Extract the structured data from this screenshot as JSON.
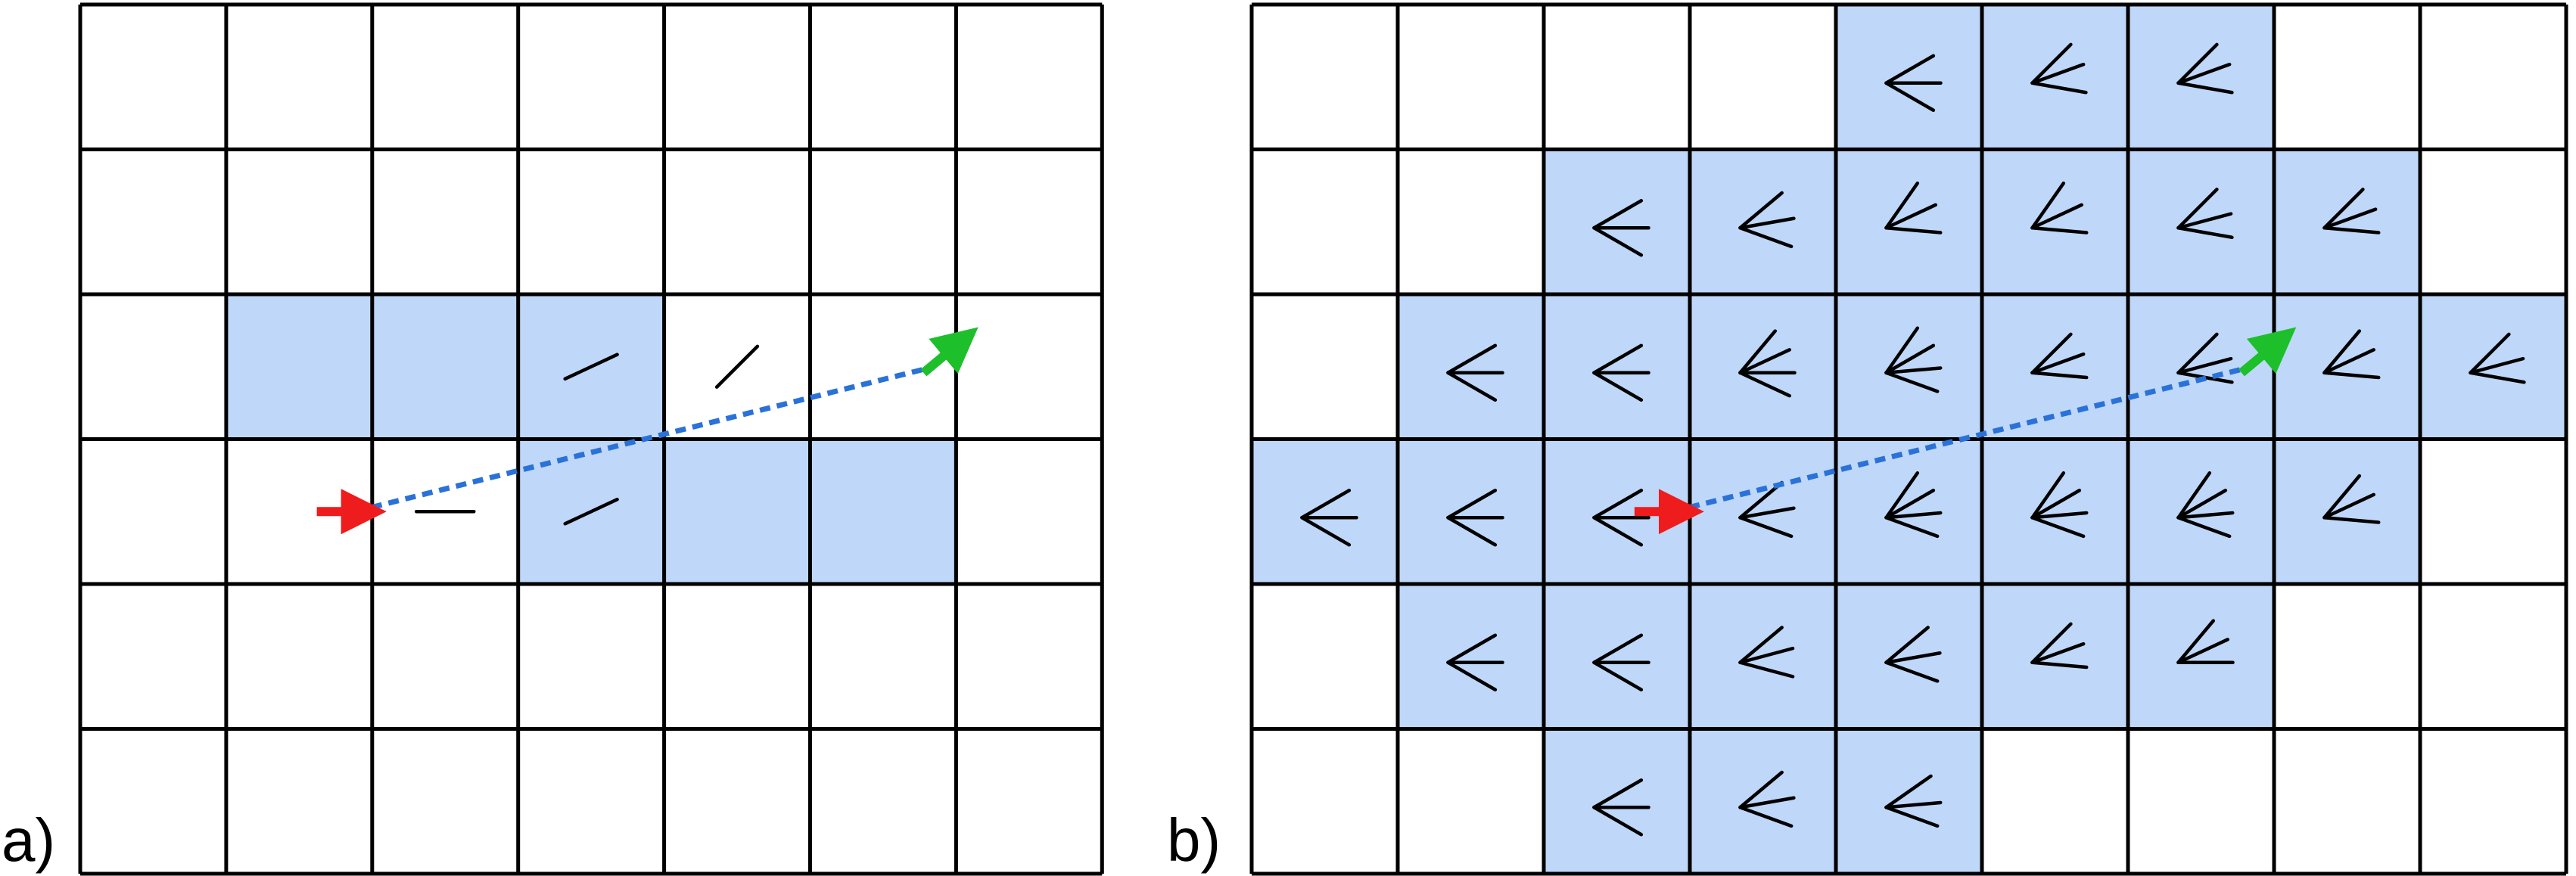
{
  "colors": {
    "highlight": "#bfd7f8",
    "grid": "#000000",
    "path": "#2a72d8",
    "start_arrow": "#ee1c1c",
    "end_arrow": "#1dbf2a",
    "direction": "#000000"
  },
  "panels": [
    {
      "id": "a",
      "label": "a)",
      "cols": 7,
      "rows": 6,
      "highlighted_cells": [
        [
          3,
          3
        ],
        [
          3,
          4
        ],
        [
          3,
          5
        ],
        [
          2,
          1
        ],
        [
          2,
          2
        ],
        [
          2,
          3
        ]
      ],
      "direction_marks": [
        {
          "row": 2,
          "col": 3,
          "angles": [
            -25
          ]
        },
        {
          "row": 2,
          "col": 4,
          "angles": [
            -45
          ]
        },
        {
          "row": 3,
          "col": 2,
          "angles": [
            0
          ]
        },
        {
          "row": 3,
          "col": 3,
          "angles": [
            -25
          ]
        }
      ],
      "path": {
        "start": [
          3,
          1
        ],
        "end": [
          2,
          5
        ],
        "start_icon": "red-arrow-icon",
        "end_icon": "green-arrow-icon"
      }
    },
    {
      "id": "b",
      "label": "b)",
      "cols": 9,
      "rows": 6,
      "highlighted_cells": [
        [
          0,
          4
        ],
        [
          0,
          5
        ],
        [
          0,
          6
        ],
        [
          1,
          2
        ],
        [
          1,
          3
        ],
        [
          1,
          4
        ],
        [
          1,
          5
        ],
        [
          1,
          6
        ],
        [
          1,
          7
        ],
        [
          2,
          1
        ],
        [
          2,
          2
        ],
        [
          2,
          3
        ],
        [
          2,
          4
        ],
        [
          2,
          5
        ],
        [
          2,
          6
        ],
        [
          2,
          7
        ],
        [
          2,
          8
        ],
        [
          3,
          0
        ],
        [
          3,
          1
        ],
        [
          3,
          2
        ],
        [
          3,
          3
        ],
        [
          3,
          4
        ],
        [
          3,
          5
        ],
        [
          3,
          6
        ],
        [
          3,
          7
        ],
        [
          4,
          1
        ],
        [
          4,
          2
        ],
        [
          4,
          3
        ],
        [
          4,
          4
        ],
        [
          4,
          5
        ],
        [
          4,
          6
        ],
        [
          5,
          2
        ],
        [
          5,
          3
        ],
        [
          5,
          4
        ]
      ],
      "direction_marks": [
        {
          "row": 0,
          "col": 4,
          "angles": [
            -30,
            0,
            30
          ]
        },
        {
          "row": 0,
          "col": 5,
          "angles": [
            -45,
            -20,
            10
          ]
        },
        {
          "row": 0,
          "col": 6,
          "angles": [
            -45,
            -20,
            10
          ]
        },
        {
          "row": 1,
          "col": 2,
          "angles": [
            -30,
            0,
            30
          ]
        },
        {
          "row": 1,
          "col": 3,
          "angles": [
            -40,
            -10,
            20
          ]
        },
        {
          "row": 1,
          "col": 4,
          "angles": [
            -55,
            -25,
            5
          ]
        },
        {
          "row": 1,
          "col": 5,
          "angles": [
            -55,
            -25,
            5
          ]
        },
        {
          "row": 1,
          "col": 6,
          "angles": [
            -45,
            -15,
            10
          ]
        },
        {
          "row": 1,
          "col": 7,
          "angles": [
            -45,
            -20,
            5
          ]
        },
        {
          "row": 2,
          "col": 1,
          "angles": [
            -30,
            0,
            30
          ]
        },
        {
          "row": 2,
          "col": 2,
          "angles": [
            -30,
            0,
            30
          ]
        },
        {
          "row": 2,
          "col": 3,
          "angles": [
            -50,
            -25,
            0,
            25
          ]
        },
        {
          "row": 2,
          "col": 4,
          "angles": [
            -55,
            -30,
            -5,
            20
          ]
        },
        {
          "row": 2,
          "col": 5,
          "angles": [
            -45,
            -20,
            5
          ]
        },
        {
          "row": 2,
          "col": 6,
          "angles": [
            -45,
            -15,
            10
          ]
        },
        {
          "row": 2,
          "col": 7,
          "angles": [
            -50,
            -25,
            5
          ]
        },
        {
          "row": 2,
          "col": 8,
          "angles": [
            -45,
            -15,
            10
          ]
        },
        {
          "row": 3,
          "col": 0,
          "angles": [
            -30,
            0,
            30
          ]
        },
        {
          "row": 3,
          "col": 1,
          "angles": [
            -30,
            0,
            30
          ]
        },
        {
          "row": 3,
          "col": 2,
          "angles": [
            -30,
            0,
            30
          ]
        },
        {
          "row": 3,
          "col": 3,
          "angles": [
            -40,
            -10,
            20
          ]
        },
        {
          "row": 3,
          "col": 4,
          "angles": [
            -55,
            -30,
            -5,
            20
          ]
        },
        {
          "row": 3,
          "col": 5,
          "angles": [
            -55,
            -30,
            -5,
            20
          ]
        },
        {
          "row": 3,
          "col": 6,
          "angles": [
            -55,
            -30,
            -5,
            20
          ]
        },
        {
          "row": 3,
          "col": 7,
          "angles": [
            -50,
            -25,
            5
          ]
        },
        {
          "row": 4,
          "col": 1,
          "angles": [
            -30,
            0,
            30
          ]
        },
        {
          "row": 4,
          "col": 2,
          "angles": [
            -30,
            0,
            30
          ]
        },
        {
          "row": 4,
          "col": 3,
          "angles": [
            -40,
            -15,
            15
          ]
        },
        {
          "row": 4,
          "col": 4,
          "angles": [
            -40,
            -10,
            20
          ]
        },
        {
          "row": 4,
          "col": 5,
          "angles": [
            -45,
            -20,
            5
          ]
        },
        {
          "row": 4,
          "col": 6,
          "angles": [
            -50,
            -25,
            0
          ]
        },
        {
          "row": 5,
          "col": 2,
          "angles": [
            -30,
            0,
            30
          ]
        },
        {
          "row": 5,
          "col": 3,
          "angles": [
            -40,
            -10,
            20
          ]
        },
        {
          "row": 5,
          "col": 4,
          "angles": [
            -35,
            -5,
            20
          ]
        }
      ],
      "path": {
        "start": [
          3,
          2
        ],
        "end": [
          2,
          6
        ],
        "start_icon": "red-arrow-icon",
        "end_icon": "green-arrow-icon"
      }
    }
  ]
}
